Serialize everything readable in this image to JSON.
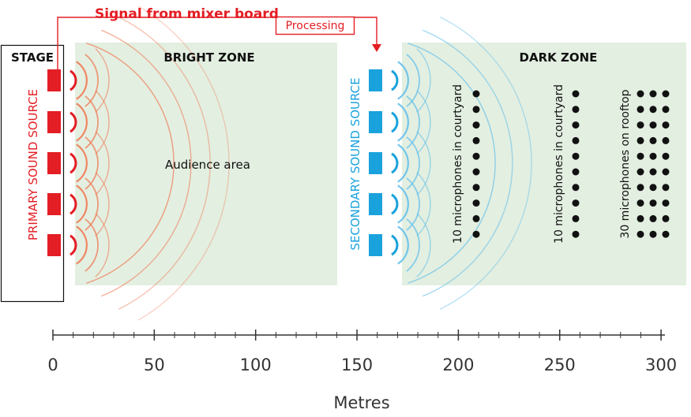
{
  "labels": {
    "signal": "Signal from mixer board",
    "processing": "Processing",
    "stage": "STAGE",
    "bright_zone": "BRIGHT ZONE",
    "dark_zone": "DARK ZONE",
    "audience": "Audience area",
    "primary_source": "PRIMARY SOUND SOURCE",
    "secondary_source": "SECONDARY SOUND SOURCE",
    "mic_group_1": "10 microphones in courtyard",
    "mic_group_2": "10 microphones in courtyard",
    "mic_group_3": "30 microphones on rooftop"
  },
  "axis": {
    "title": "Metres",
    "ticks": [
      "0",
      "50",
      "100",
      "150",
      "200",
      "250",
      "300"
    ]
  },
  "colors": {
    "primary": "#e31e24",
    "primary_wave": "#ef7b56",
    "secondary": "#1aa2dc",
    "secondary_wave": "#66c0ea",
    "zone_fill": "#e3efe1",
    "mic": "#111111",
    "axis": "#333333"
  },
  "sources": {
    "primary_count": 5,
    "secondary_count": 5
  },
  "microphones": {
    "group_1": 10,
    "group_2": 10,
    "group_3": 30
  }
}
